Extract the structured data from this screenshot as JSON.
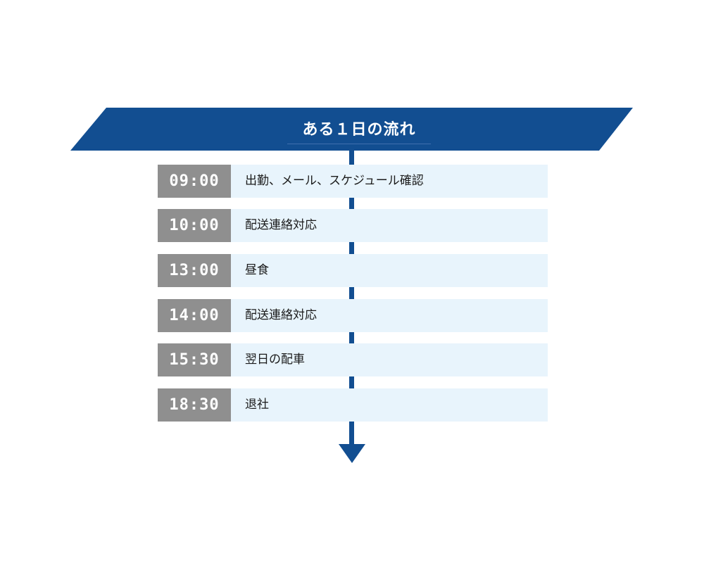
{
  "header": {
    "title": "ある１日の流れ",
    "banner_color": "#124e91"
  },
  "colors": {
    "time_box": "#8f8f8f",
    "task_box": "#e8f4fc",
    "timeline": "#124e91"
  },
  "schedule": [
    {
      "time": "09:00",
      "task": "出勤、メール、スケジュール確認"
    },
    {
      "time": "10:00",
      "task": "配送連絡対応"
    },
    {
      "time": "13:00",
      "task": "昼食"
    },
    {
      "time": "14:00",
      "task": "配送連絡対応"
    },
    {
      "time": "15:30",
      "task": "翌日の配車"
    },
    {
      "time": "18:30",
      "task": "退社"
    }
  ]
}
